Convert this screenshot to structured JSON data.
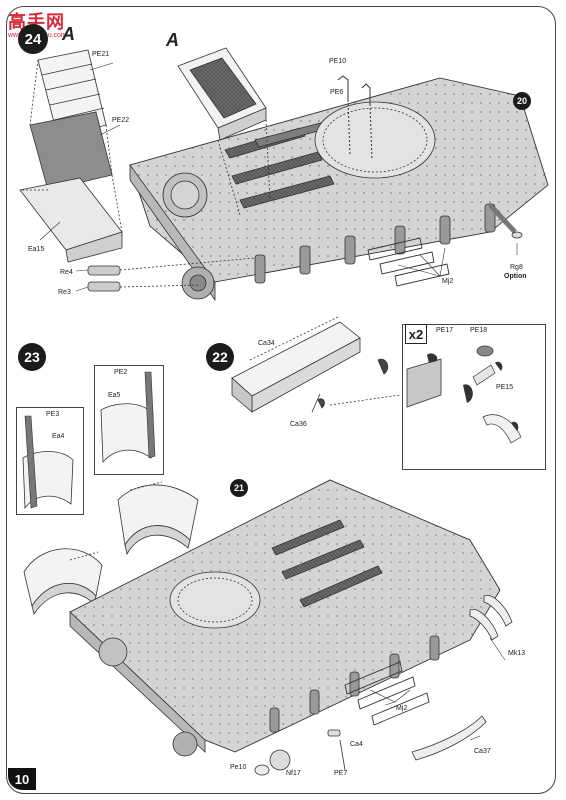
{
  "page": {
    "number": "10"
  },
  "watermark": {
    "logo": "高手网",
    "site": "www.gaoshou.com"
  },
  "steps": {
    "s20": "20",
    "s21": "21",
    "s22": "22",
    "s23": "23",
    "s24": "24"
  },
  "markers": {
    "detail_a": "A",
    "times_two": "x2"
  },
  "parts": {
    "pe21": "PE21",
    "pe22": "PE22",
    "ea15": "Ea15",
    "re4": "Re4",
    "re3": "Re3",
    "pe10_top": "PE10",
    "pe6": "PE6",
    "mj2_top": "Mj2",
    "rg8": "Rg8",
    "option": "Option",
    "ca34": "Ca34",
    "ca36": "Ca36",
    "pe17": "PE17",
    "pe18": "PE18",
    "pe15": "PE15",
    "pe2": "PE2",
    "ea5": "Ea5",
    "pe3": "PE3",
    "ea4": "Ea4",
    "mk13": "Mk13",
    "mj2_bottom": "Mj2",
    "ca4": "Ca4",
    "ca37": "Ca37",
    "pe10_bottom": "Pe10",
    "nf17": "Nf17",
    "pe7": "PE7"
  },
  "colors": {
    "hull": "#d4d4d4",
    "hull_dark": "#9a9a9a",
    "screen": "#6e6e6e",
    "accent": "#d8283a"
  }
}
